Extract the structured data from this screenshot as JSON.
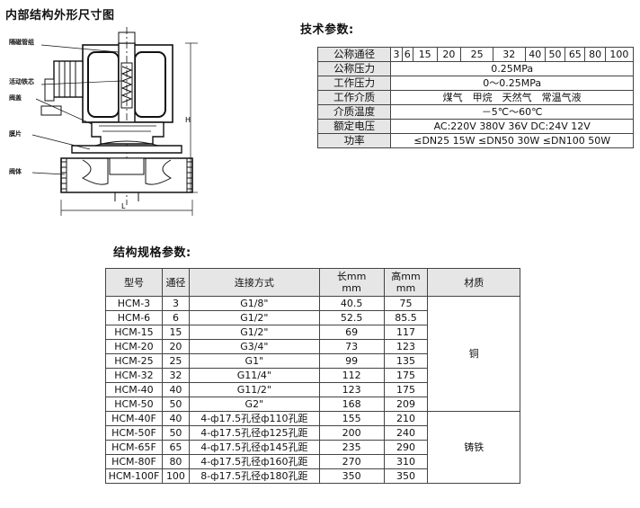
{
  "titles": {
    "diagram": "内部结构外形尺寸图",
    "tech": "技术参数:",
    "spec": "结构规格参数:"
  },
  "diagram_labels": {
    "isolation_tube": "隔磁管组",
    "moving_core": "活动铁芯",
    "valve_cover": "阀盖",
    "diaphragm": "膜片",
    "valve_body": "阀体",
    "dim_h": "H",
    "dim_l": "L"
  },
  "tech_params": {
    "rows": [
      {
        "label": "公称通径",
        "cells": [
          "3",
          "6",
          "15",
          "20",
          "25",
          "32",
          "40",
          "50",
          "65",
          "80",
          "100"
        ]
      },
      {
        "label": "公称压力",
        "value": "0.25MPa"
      },
      {
        "label": "工作压力",
        "value": "0～0.25MPa"
      },
      {
        "label": "工作介质",
        "value": "煤气　甲烷　天然气　常温气液"
      },
      {
        "label": "介质温度",
        "value": "－5℃～60℃"
      },
      {
        "label": "额定电压",
        "value": "AC:220V 380V 36V DC:24V 12V"
      },
      {
        "label": "功率",
        "value": "≤DN25 15W ≤DN50 30W ≤DN100 50W"
      }
    ]
  },
  "spec_table": {
    "headers": [
      "型号",
      "通径",
      "连接方式",
      "长mm\nmm",
      "高mm\nmm",
      "材质"
    ],
    "h_len_top": "长mm",
    "h_len_bot": "mm",
    "h_hgt_top": "高mm",
    "h_hgt_bot": "mm",
    "rows": [
      [
        "HCM-3",
        "3",
        "G1/8\"",
        "40.5",
        "75"
      ],
      [
        "HCM-6",
        "6",
        "G1/2\"",
        "52.5",
        "85.5"
      ],
      [
        "HCM-15",
        "15",
        "G1/2\"",
        "69",
        "117"
      ],
      [
        "HCM-20",
        "20",
        "G3/4\"",
        "73",
        "123"
      ],
      [
        "HCM-25",
        "25",
        "G1\"",
        "99",
        "135"
      ],
      [
        "HCM-32",
        "32",
        "G11/4\"",
        "112",
        "175"
      ],
      [
        "HCM-40",
        "40",
        "G11/2\"",
        "123",
        "175"
      ],
      [
        "HCM-50",
        "50",
        "G2\"",
        "168",
        "209"
      ],
      [
        "HCM-40F",
        "40",
        "4-ф17.5孔径ф110孔距",
        "155",
        "210"
      ],
      [
        "HCM-50F",
        "50",
        "4-ф17.5孔径ф125孔距",
        "200",
        "240"
      ],
      [
        "HCM-65F",
        "65",
        "4-ф17.5孔径ф145孔距",
        "235",
        "290"
      ],
      [
        "HCM-80F",
        "80",
        "4-ф17.5孔径ф160孔距",
        "270",
        "310"
      ],
      [
        "HCM-100F",
        "100",
        "8-ф17.5孔径ф180孔距",
        "350",
        "350"
      ]
    ],
    "material_copper": "铜",
    "material_iron": "铸铁"
  }
}
